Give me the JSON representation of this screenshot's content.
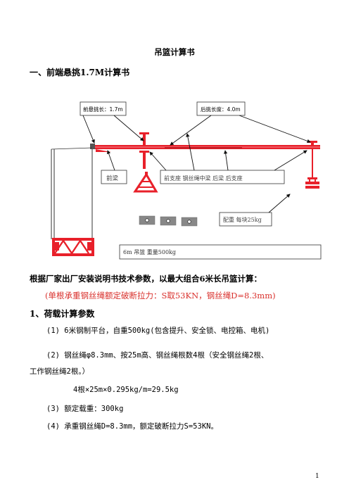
{
  "document": {
    "title": "吊篮计算书",
    "section1_heading": "一、前端悬挑1.7M计算书",
    "paragraph_bold": "根据厂家出厂安装说明书技术参数，以最大组合6米长吊篮计算：",
    "paragraph_red": "(单根承重钢丝绳额定破断拉力：S取53KN，钢丝绳D=8.3mm)",
    "subheading1": "1、荷载计算参数",
    "item1": "(1) 6米钢制平台，自重500kg(包含提升、安全锁、电控箱、电机)",
    "item2_line1": "(2) 钢丝绳φ8.3mm、按25m高、钢丝绳根数4根（安全钢丝绳2根、",
    "item2_line2": "工作钢丝绳2根。）",
    "calc_line": "4根×25m×0.295kg/m=29.5kg",
    "item3": "(3) 额定载重：300kg",
    "item4": "(4) 承重钢丝绳D=8.3mm，额定破断拉力S=53KN。",
    "page_number": "1"
  },
  "diagram": {
    "front_overhang_label": "前悬挑长：1.7m",
    "rear_overhang_label": "后挑长度：4.0m",
    "front_beam_label": "前梁",
    "components_label": "前支座 钢丝绳中梁   后梁   后支座",
    "counterweight_label": "配重 每块25kg",
    "basket_label": "6m 吊篮   重量500kg",
    "colors": {
      "structure": "#e8202a",
      "box_border": "#333333",
      "weight": "#888888"
    }
  }
}
